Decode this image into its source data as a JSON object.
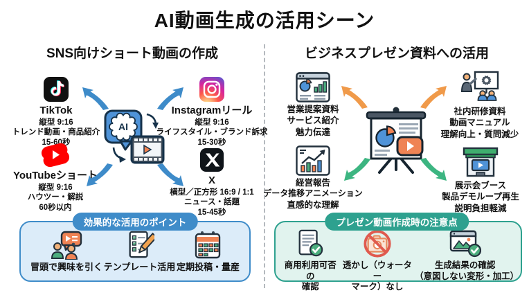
{
  "title": "AI動画生成の活用シーン",
  "colors": {
    "accent-blue": "#3f8cc9",
    "accent-teal": "#2ea18f",
    "arrow-blue": "#3e8bc9",
    "arrow-orange": "#f09a4a",
    "arrow-green": "#3cb581"
  },
  "left": {
    "heading": "SNS向けショート動画の作成",
    "center_icon": "ai-video-generation-icon",
    "platforms": [
      {
        "name": "TikTok",
        "icon": "tiktok-icon",
        "lines": [
          "縦型 9:16",
          "トレンド動画・商品紹介",
          "15-60秒"
        ]
      },
      {
        "name": "Instagramリール",
        "icon": "instagram-icon",
        "lines": [
          "縦型 9:16",
          "ライフスタイル・ブランド訴求",
          "15-30秒"
        ]
      },
      {
        "name": "YouTubeショート",
        "icon": "youtube-shorts-icon",
        "lines": [
          "縦型 9:16",
          "ハウツー・解説",
          "60秒以内"
        ]
      },
      {
        "name": "X",
        "icon": "x-icon",
        "lines": [
          "横型／正方形 16:9 / 1:1",
          "ニュース・話題",
          "15-45秒"
        ]
      }
    ],
    "points_box": {
      "header": "効果的な活用のポイント",
      "items": [
        {
          "label": "冒頭で興味を引く",
          "icon": "audience-attention-icon"
        },
        {
          "label": "テンプレート活用",
          "icon": "template-pencil-icon"
        },
        {
          "label": "定期投稿・量産",
          "icon": "calendar-icon"
        }
      ]
    }
  },
  "right": {
    "heading": "ビジネスプレゼン資料への活用",
    "center_icon": "presentation-screen-icon",
    "use_cases": [
      {
        "title": "営業提案資料",
        "icon": "sales-proposal-icon",
        "lines": [
          "サービス紹介",
          "魅力伝達"
        ]
      },
      {
        "title": "社内研修資料",
        "icon": "training-presentation-icon",
        "lines": [
          "動画マニュアル",
          "理解向上・質問減少"
        ]
      },
      {
        "title": "経営報告",
        "icon": "growth-report-icon",
        "lines": [
          "データ推移アニメーション",
          "直感的な理解"
        ]
      },
      {
        "title": "展示会ブース",
        "icon": "exhibition-booth-icon",
        "lines": [
          "製品デモループ再生",
          "説明負担軽減"
        ]
      }
    ],
    "cautions_box": {
      "header": "プレゼン動画作成時の注意点",
      "items": [
        {
          "label": "商用利用可否の\n確認",
          "icon": "license-check-icon"
        },
        {
          "label": "透かし（ウォーター\nマーク）なし",
          "icon": "no-watermark-icon"
        },
        {
          "label": "生成結果の確認\n（意図しない変形・加工）",
          "icon": "output-check-icon"
        }
      ]
    }
  }
}
